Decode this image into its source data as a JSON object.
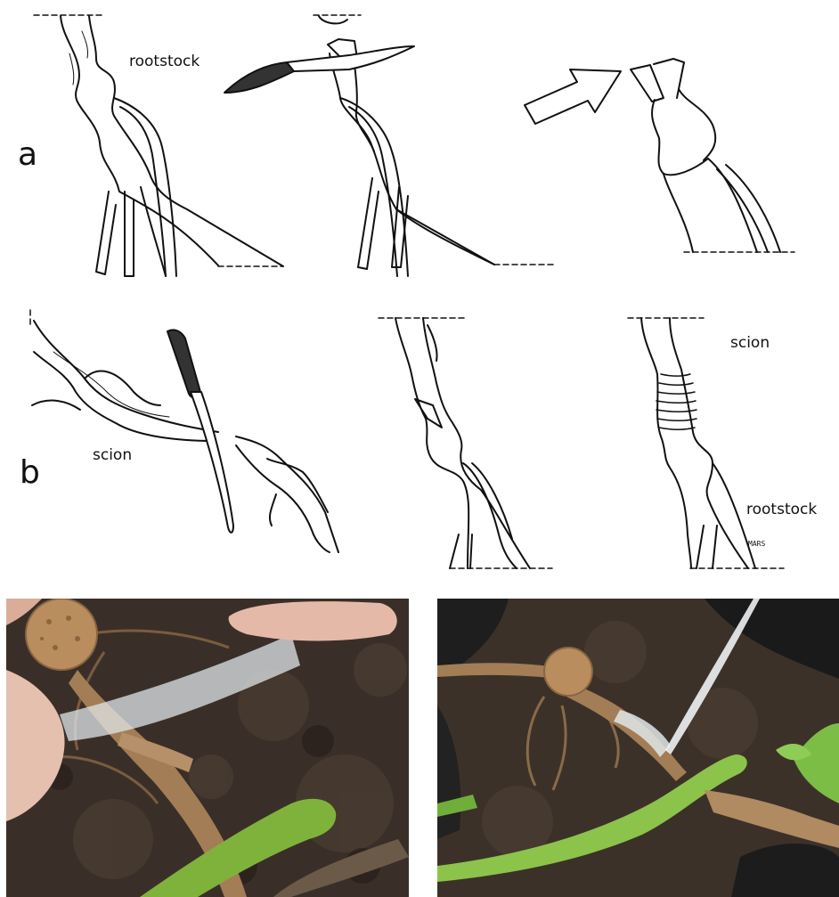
{
  "figure": {
    "panel_a": {
      "letter": "a",
      "label_rootstock": "rootstock"
    },
    "panel_b": {
      "letter": "b",
      "label_scion_left": "scion",
      "label_scion_right": "scion",
      "label_rootstock": "rootstock",
      "signature": "MARS"
    }
  },
  "photos": [
    {
      "subject": "grafted tuber root being wrapped with clear tape"
    },
    {
      "subject": "grafted tuber root fully wrapped, tape strip leading off"
    }
  ],
  "colors": {
    "ink": "#111111",
    "soil": "#3a2f28",
    "root": "#a27d55",
    "tuber": "#b98d5d",
    "stem": "#7fb23a",
    "tape": "#dfe6e8"
  }
}
